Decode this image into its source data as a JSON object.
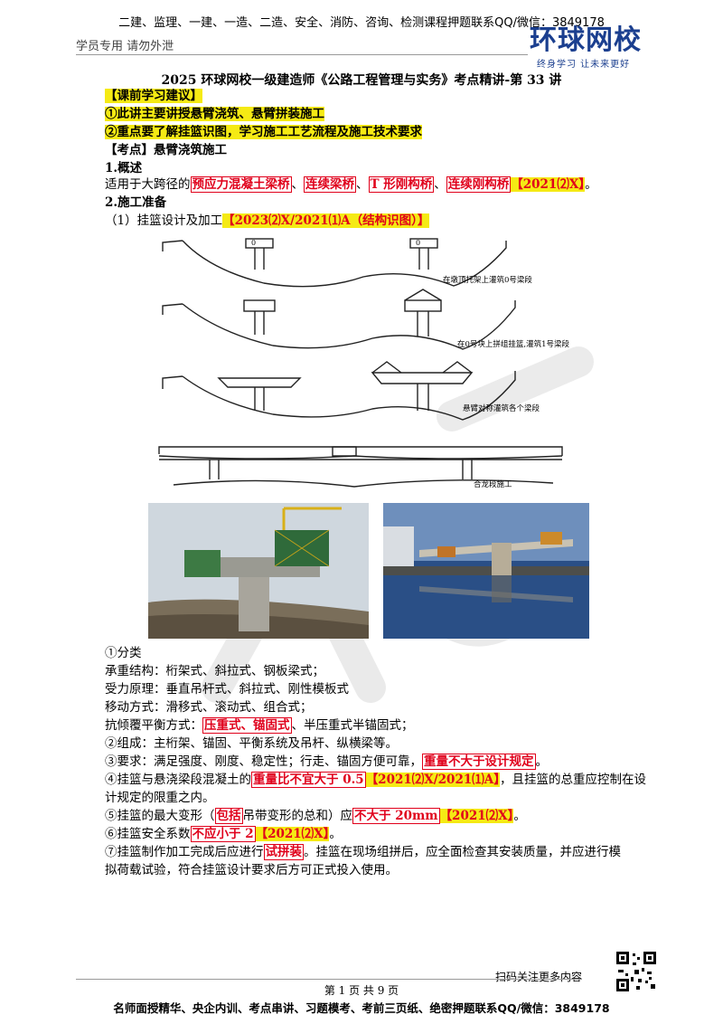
{
  "header": {
    "top_line": "二建、监理、一建、一造、二造、安全、消防、咨询、检测课程押题联系QQ/微信：3849178",
    "left_note": "学员专用 请勿外泄",
    "logo_text": "环球网校",
    "logo_slogan": "终身学习 让未来更好"
  },
  "title": "2025 环球网校一级建造师《公路工程管理与实务》考点精讲-第 33 讲",
  "study_advice": {
    "heading": "【课前学习建议】",
    "item1": "①此讲主要讲授悬臂浇筑、悬臂拼装施工",
    "item2": "②重点要了解挂篮识图，学习施工工艺流程及施工技术要求"
  },
  "kaodian": "【考点】悬臂浇筑施工",
  "section1": {
    "heading": "1.概述",
    "text_prefix": "适用于大跨径的",
    "t1": "预应力混凝土梁桥",
    "sep1": "、",
    "t2": "连续梁桥",
    "sep2": "、",
    "t3": "T 形刚构桥",
    "sep3": "、",
    "t4": "连续刚构桥",
    "tag": "【2021⑵X】",
    "end": "。"
  },
  "section2": {
    "heading": "2.施工准备",
    "sub1": "（1）挂篮设计及加工",
    "sub1_tag": "【2023⑵X/2021⑴A（结构识图）】"
  },
  "diagram": {
    "label1": "在墩顶托架上灌筑0号梁段",
    "label2": "在0号块上拼组挂篮,灌筑1号梁段",
    "label3": "悬臂对称灌筑各个梁段",
    "label4": "合龙段施工",
    "block_label": "0"
  },
  "classify": {
    "heading": "①分类",
    "l1": "承重结构：桁架式、斜拉式、钢板梁式；",
    "l2": "受力原理：垂直吊杆式、斜拉式、刚性模板式",
    "l3": "移动方式：滑移式、滚动式、组合式；",
    "l4_prefix": "抗倾覆平衡方式：",
    "l4_box": "压重式、锚固式",
    "l4_suffix": "、半压重式半锚固式；"
  },
  "items": {
    "composition": "②组成：主桁架、锚固、平衡系统及吊杆、纵横梁等。",
    "req_prefix": "③要求：满足强度、刚度、稳定性；行走、锚固方便可靠，",
    "req_box": "重量不大于设计规定",
    "req_end": "。",
    "p4_prefix": "④挂篮与悬浇梁段混凝土的",
    "p4_box": "重量比不宜大于 0.5",
    "p4_tag": "【2021⑵X/2021⑴A】",
    "p4_suffix": "，且挂篮的总重应控制在设",
    "p4_line2": "计规定的限重之内。",
    "p5_prefix": "⑤挂篮的最大变形（",
    "p5_box1": "包括",
    "p5_mid": "吊带变形的总和）应",
    "p5_box2": "不大于 20mm",
    "p5_tag": "【2021⑵X】",
    "p5_end": "。",
    "p6_prefix": "⑥挂篮安全系数",
    "p6_box": "不应小于 2",
    "p6_tag": "【2021⑵X】",
    "p6_end": "。",
    "p7_prefix": "⑦挂篮制作加工完成后应进行",
    "p7_box": "试拼装",
    "p7_suffix": "。挂篮在现场组拼后，应全面检查其安装质量，并应进行模",
    "p7_line2": "拟荷载试验，符合挂篮设计要求后方可正式投入使用。"
  },
  "footer": {
    "scan": "扫码关注更多内容",
    "page": "第 1 页 共 9 页",
    "main": "名师面授精华、央企内训、考点串讲、习题模考、考前三页纸、绝密押题联系QQ/微信：3849178"
  },
  "colors": {
    "highlight": "#f5ea14",
    "red": "#e0001b",
    "brand": "#1b3f8f"
  }
}
